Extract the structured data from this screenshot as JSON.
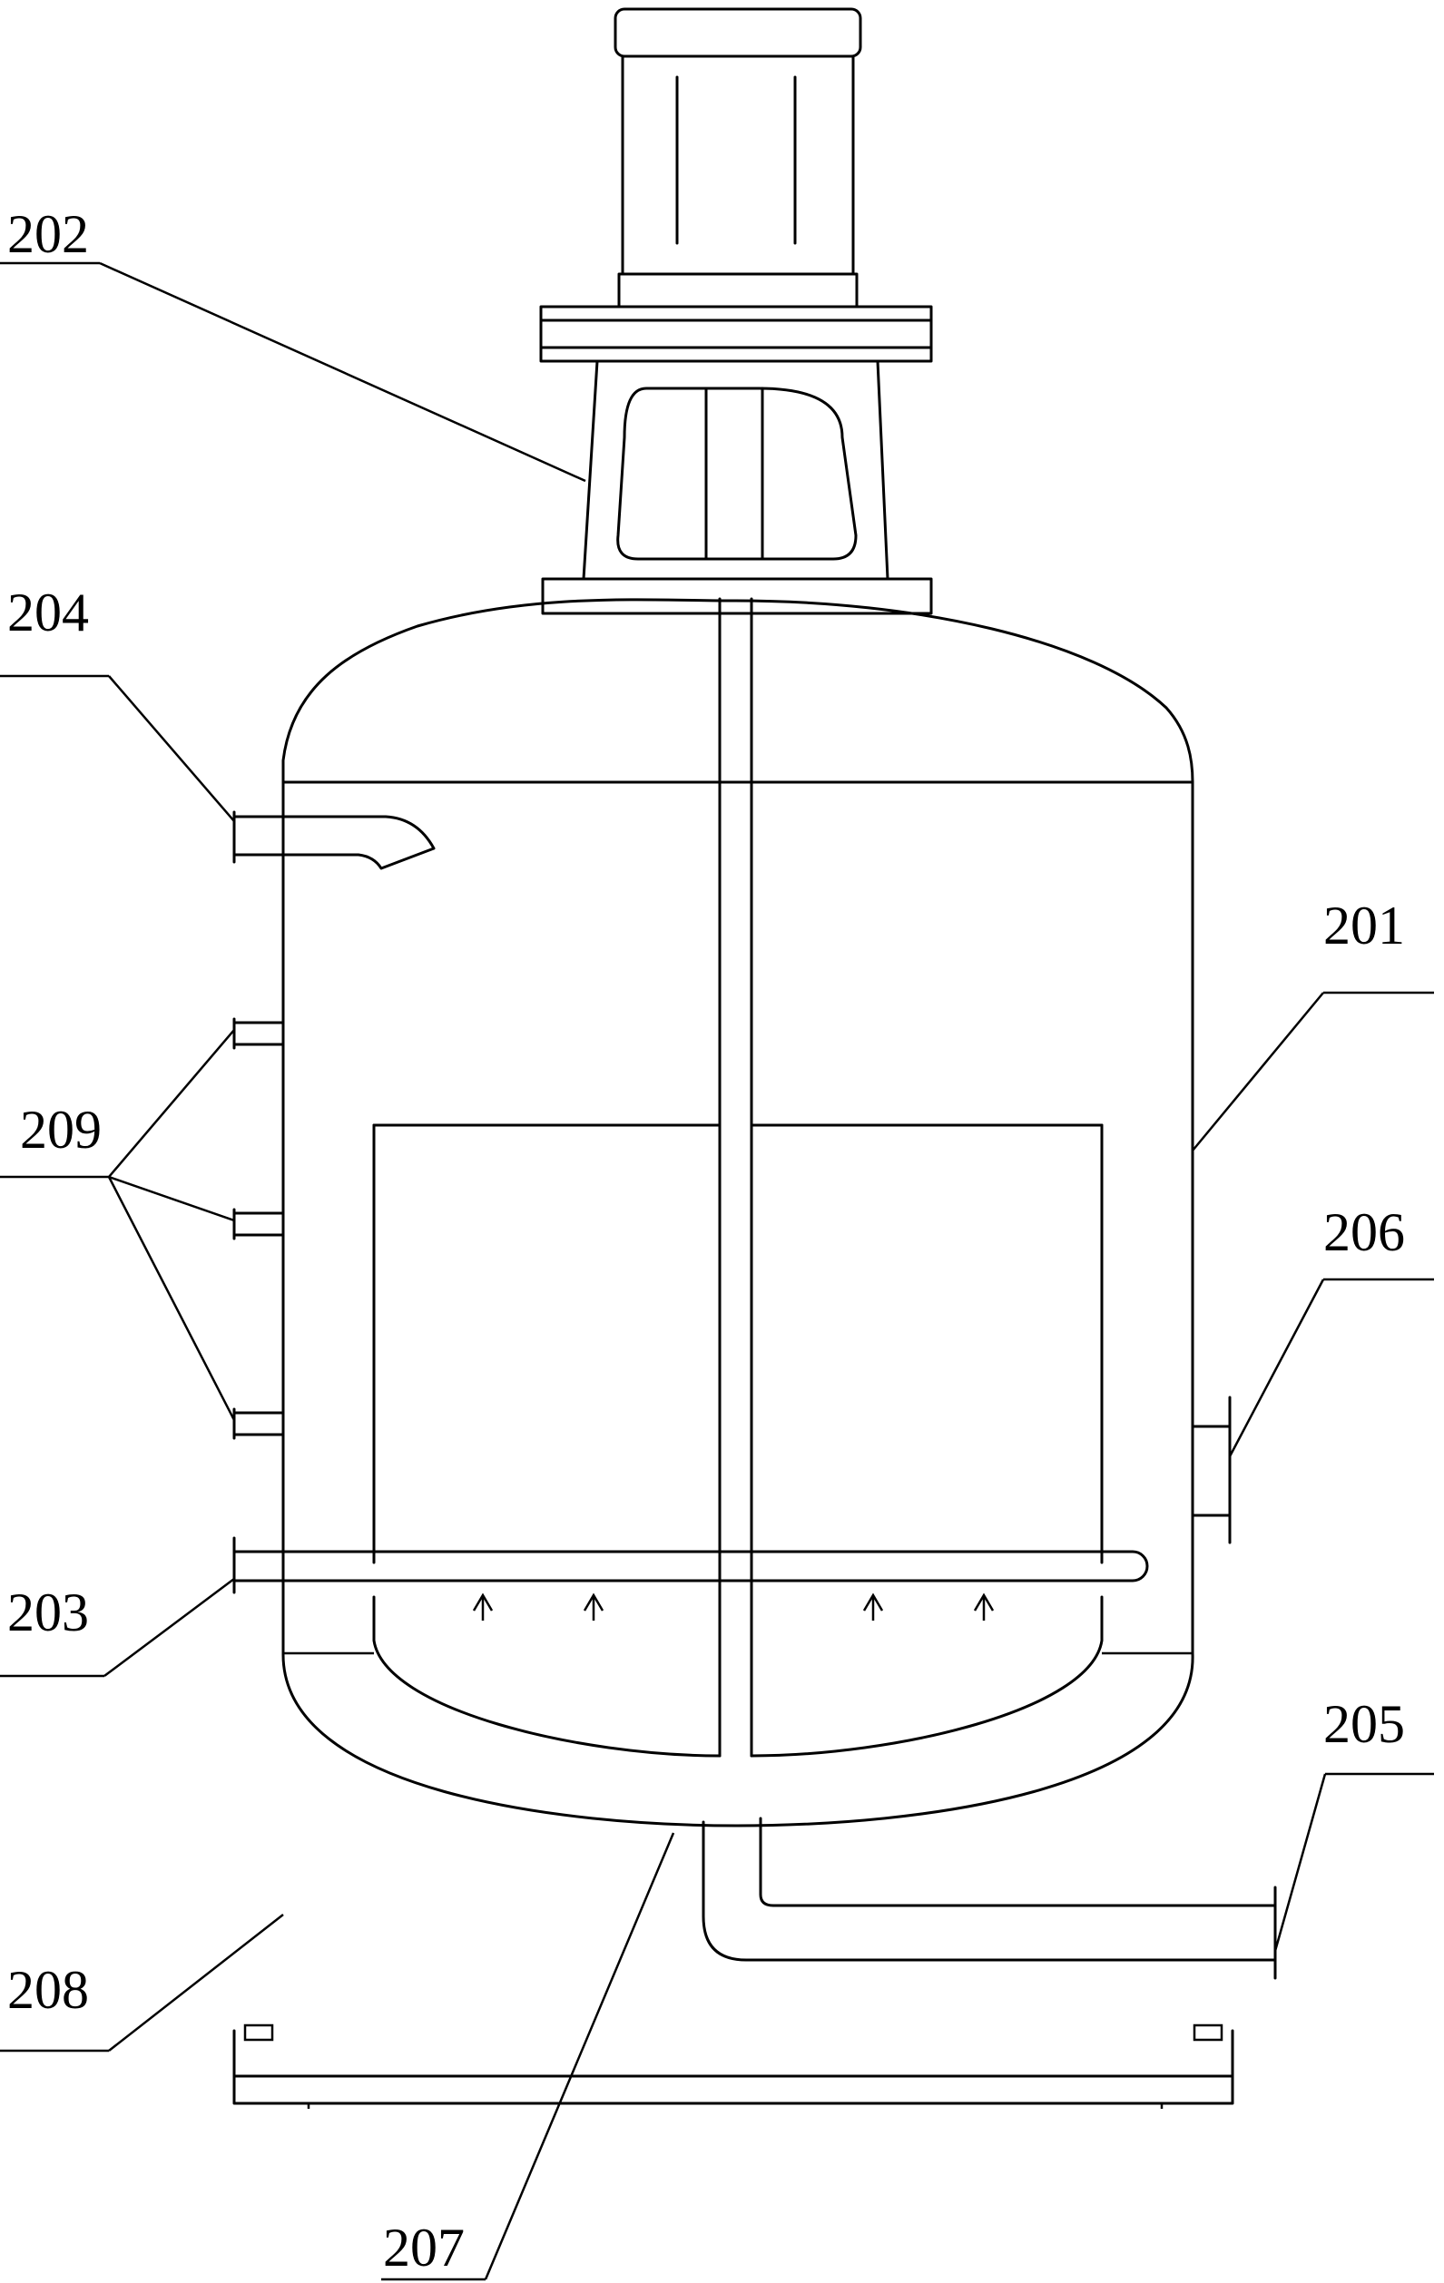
{
  "diagram": {
    "labels": {
      "tank_body": "201",
      "motor_reducer": "202",
      "bottom_distributor": "203",
      "top_inlet": "204",
      "bottom_outlet": "205",
      "side_port": "206",
      "bottom_head": "207",
      "support_skirt": "208",
      "sample_ports": "209"
    },
    "colors": {
      "line": "#000000",
      "background": "#ffffff"
    }
  }
}
